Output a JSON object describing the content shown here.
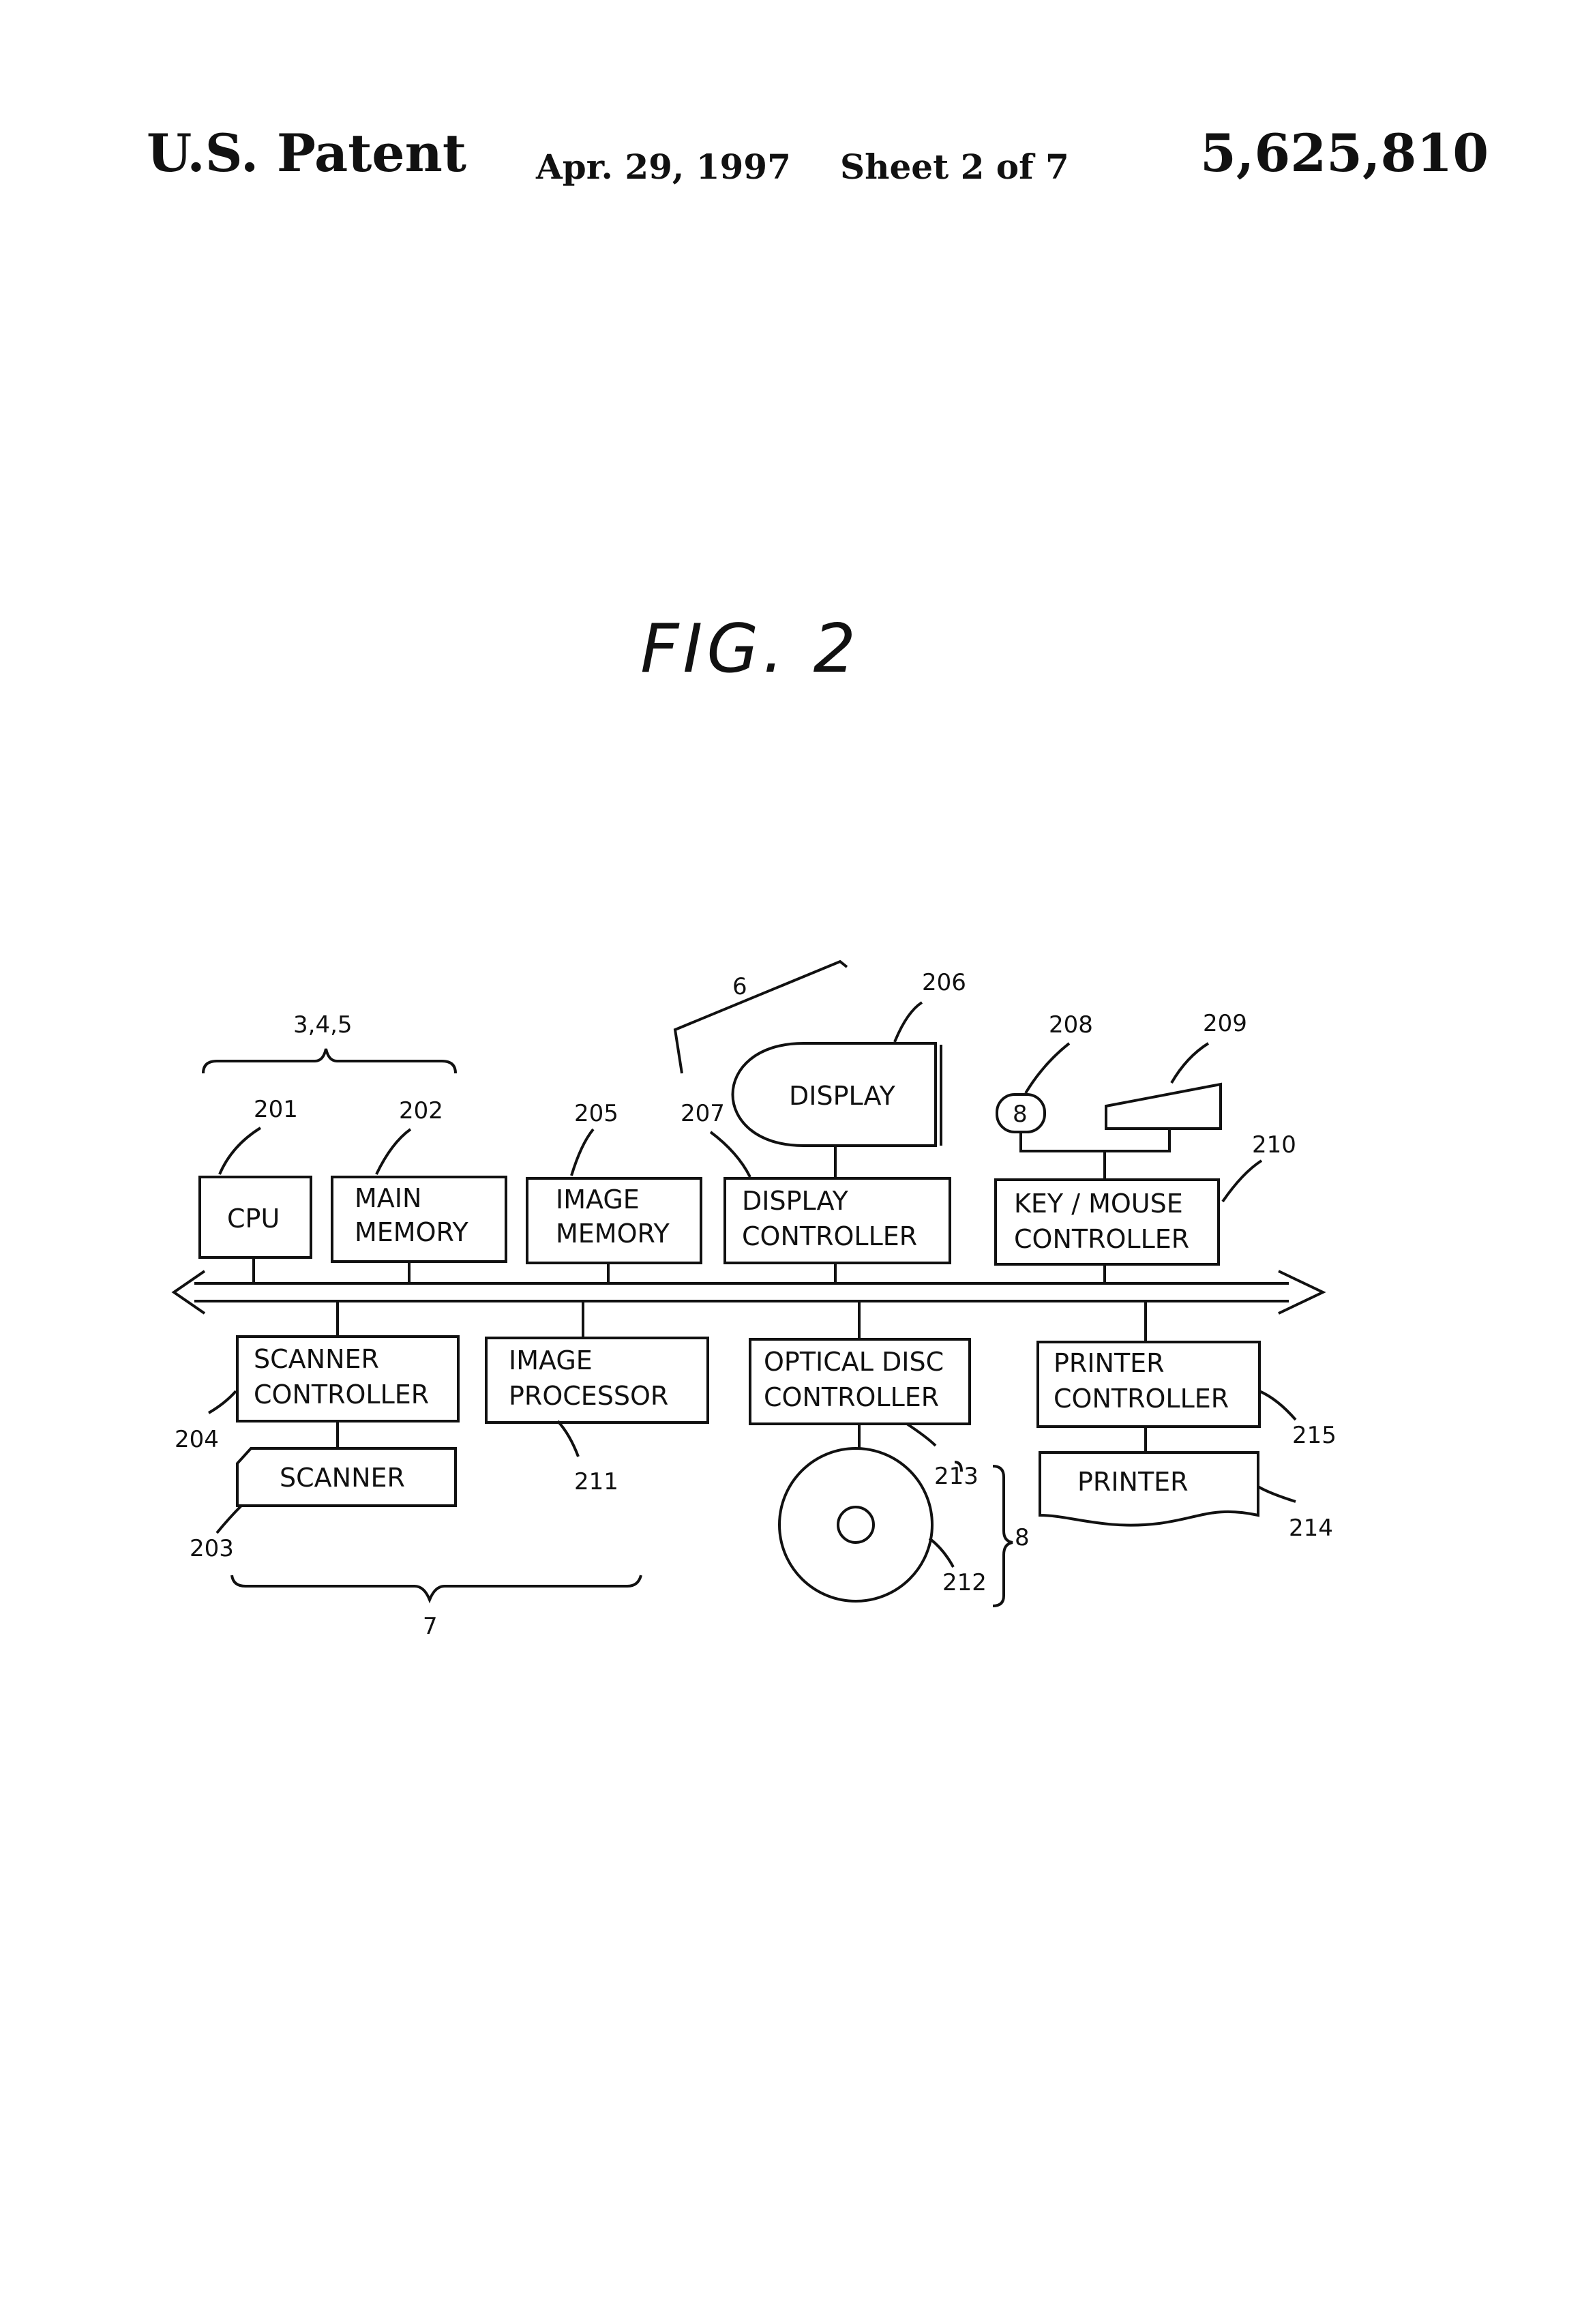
{
  "header": {
    "left": "U.S. Patent",
    "date": "Apr. 29, 1997",
    "sheet": "Sheet 2 of 7",
    "patent_number": "5,625,810"
  },
  "figure": {
    "title": "FIG. 2"
  },
  "blocks": {
    "cpu": {
      "lines": [
        "CPU"
      ],
      "ref": "201"
    },
    "main_memory": {
      "lines": [
        "MAIN",
        "MEMORY"
      ],
      "ref": "202"
    },
    "image_memory": {
      "lines": [
        "IMAGE",
        "MEMORY"
      ],
      "ref": "205"
    },
    "display_controller": {
      "lines": [
        "DISPLAY",
        "CONTROLLER"
      ],
      "ref": "207"
    },
    "key_mouse_controller": {
      "lines": [
        "KEY / MOUSE",
        "CONTROLLER"
      ],
      "ref": "210"
    },
    "scanner_controller": {
      "lines": [
        "SCANNER",
        "CONTROLLER"
      ],
      "ref": "204"
    },
    "image_processor": {
      "lines": [
        "IMAGE",
        "PROCESSOR"
      ],
      "ref": "211"
    },
    "optical_disc_controller": {
      "lines": [
        "OPTICAL DISC",
        "CONTROLLER"
      ],
      "ref": "213"
    },
    "printer_controller": {
      "lines": [
        "PRINTER",
        "CONTROLLER"
      ],
      "ref": "215"
    },
    "display": {
      "label": "DISPLAY",
      "ref": "206"
    },
    "scanner": {
      "label": "SCANNER",
      "ref": "203"
    },
    "printer": {
      "label": "PRINTER",
      "ref": "214"
    },
    "optical_disc": {
      "ref": "212"
    },
    "mouse": {
      "symbol": "8",
      "ref": "208"
    },
    "keyboard": {
      "ref": "209"
    }
  },
  "groups": {
    "cpu_memory": "3,4,5",
    "display_unit": "6",
    "scanner_group": "7",
    "disc_group": "8"
  }
}
